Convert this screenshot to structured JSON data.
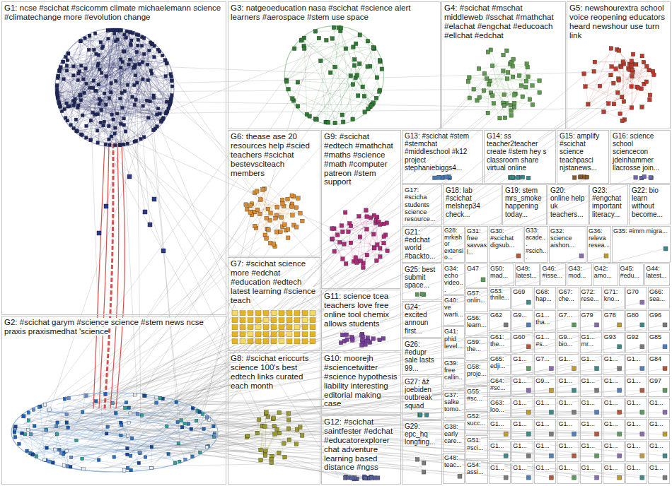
{
  "diagram": {
    "nodes": [
      {
        "text": [
          "G1: ncse #scichat #scicomm climate michaelemann science #climatechange more #evolution change"
        ]
      },
      {
        "text": [
          "G2: #scichat garym #science science #stem news ncse praxis praxismedhat 'science"
        ]
      },
      {
        "text": [
          "G3: natgeoeducation nasa #scichat #science alert learners #aerospace #stem use space"
        ]
      },
      {
        "text": [
          "G4: #scichat #mschat middleweb #sschat #mathchat #elachat #engchat #educoach #ellchat #edchat"
        ]
      },
      {
        "text": [
          "G5: newshourextra school voice reopening educators heard newshour use turn link"
        ]
      },
      {
        "text": [
          "G6: thease ase 20 resources help #scied teachers #scichat bestevsciteach members"
        ]
      },
      {
        "text": [
          "G7: #scichat science more #edchat #education #edtech latest learning #science teach"
        ]
      },
      {
        "text": [
          "G8: #scichat ericcurts science 100's best edtech links curated each month"
        ]
      },
      {
        "text": [
          "G9: #scichat #edtech #mathchat #maths #science #math #computer patreon #stem support"
        ]
      },
      {
        "text": [
          "G11: science tcea teachers love free online tool chemix allows students"
        ]
      },
      {
        "text": [
          "G10: moorejh #sciencetwitter #science hypothesis liability interesting editorial making case"
        ]
      },
      {
        "text": [
          "G12: #scichat saintfester #edchat #educatorexplorer chat adventure learning based distance #ngss"
        ]
      },
      {
        "text": [
          "G13: #scichat #stem #stemchat #middleschool #k12 project stephaniebiggs4..."
        ]
      },
      {
        "text": [
          "G14: ss teacher2teacher create #stem hey s classroom share virtual online"
        ]
      },
      {
        "text": [
          "G15: amplify #scichat science teachpasci njstanews..."
        ]
      },
      {
        "text": [
          "G16: science school sciencecon jdeinhammer llacrosse join..."
        ]
      },
      {
        "text": [
          "G17: #scicha students science resource..."
        ]
      },
      {
        "text": [
          "G18: lab #scichat melshep34 check..."
        ]
      },
      {
        "text": [
          "G19: stem mrs_smoke happening today..."
        ]
      },
      {
        "text": [
          "G20: online help uk teachers..."
        ]
      },
      {
        "text": [
          "G23: #engchat important literacy..."
        ]
      },
      {
        "text": [
          "G22: bio learn without become..."
        ]
      },
      {
        "text": [
          "G21: #edchat world #backto..."
        ]
      },
      {
        "text": [
          "G25: best submit space..."
        ]
      },
      {
        "text": [
          "G24: excited announ first..."
        ]
      },
      {
        "text": [
          "G26: #edupr sale lasts 99..."
        ]
      },
      {
        "text": [
          "G27: âž joebiden outbreak squad"
        ]
      },
      {
        "text": [
          "G29: epc_hq longfing..."
        ]
      },
      {
        "text": [
          "G28: mrkishor extensio..."
        ]
      },
      {
        "text": [
          "G31: free savvasl..."
        ]
      },
      {
        "text": [
          "G30: #scichat digsub..."
        ]
      },
      {
        "text": [
          "G33: acade... #scich..."
        ]
      },
      {
        "text": [
          "G32: science aishon..."
        ]
      },
      {
        "text": [
          "G36: releva resea..."
        ]
      },
      {
        "text": [
          "G35: #imm migra..."
        ]
      },
      {
        "text": [
          "G34: echo video..."
        ]
      },
      {
        "text": [
          "G40: ve warti..."
        ]
      },
      {
        "text": [
          "G41: phid level..."
        ]
      },
      {
        "text": [
          "G39: free callin..."
        ]
      },
      {
        "text": [
          "G37: salke tomo..."
        ]
      },
      {
        "text": [
          "G38: early care..."
        ]
      },
      {
        "text": [
          "G48: teac..."
        ]
      },
      {
        "text": [
          "G47"
        ]
      },
      {
        "text": [
          "G57: onlin..."
        ]
      },
      {
        "text": [
          "G56: learn..."
        ]
      },
      {
        "text": [
          "G59: the..."
        ]
      },
      {
        "text": [
          "G58: proje..."
        ]
      },
      {
        "text": [
          "G55: #sc..."
        ]
      },
      {
        "text": [
          "G52: succ..."
        ]
      },
      {
        "text": [
          "G51: #sci..."
        ]
      },
      {
        "text": [
          "G54: assi..."
        ]
      },
      {
        "text": [
          "G50: mad..."
        ]
      },
      {
        "text": [
          "G49: latest..."
        ]
      },
      {
        "text": [
          "G46: #isse..."
        ]
      },
      {
        "text": [
          "G43: mod..."
        ]
      },
      {
        "text": [
          "G42: amo..."
        ]
      },
      {
        "text": [
          "G45: #edu..."
        ]
      },
      {
        "text": [
          "G44: latest..."
        ]
      },
      {
        "text": [
          "G53: thrille..."
        ]
      },
      {
        "text": [
          "G69"
        ]
      },
      {
        "text": [
          "G68: hap..."
        ]
      },
      {
        "text": [
          "G67: che..."
        ]
      },
      {
        "text": [
          "G72: rese..."
        ]
      },
      {
        "text": [
          "G71: kno..."
        ]
      },
      {
        "text": [
          "G70"
        ]
      },
      {
        "text": [
          "G66: sea..."
        ]
      },
      {
        "text": [
          "G62"
        ]
      },
      {
        "text": [
          "G9..."
        ]
      },
      {
        "text": [
          "G1... tha..."
        ]
      },
      {
        "text": [
          "G7..."
        ]
      },
      {
        "text": [
          "G79"
        ]
      },
      {
        "text": [
          "G78"
        ]
      },
      {
        "text": [
          "G80"
        ]
      },
      {
        "text": [
          "G96"
        ]
      },
      {
        "text": [
          "G61: the..."
        ]
      },
      {
        "text": [
          "G60"
        ]
      },
      {
        "text": [
          "G1... #s..."
        ]
      },
      {
        "text": [
          "G9... bio..."
        ]
      },
      {
        "text": [
          "G1... mr..."
        ]
      },
      {
        "text": [
          "G93"
        ]
      },
      {
        "text": [
          "G92"
        ]
      },
      {
        "text": [
          "G85"
        ]
      },
      {
        "text": [
          "G65: edji..."
        ]
      },
      {
        "text": [
          "G1..."
        ]
      },
      {
        "text": [
          "G7..."
        ]
      },
      {
        "text": [
          "G1..."
        ]
      },
      {
        "text": [
          "G1..."
        ]
      },
      {
        "text": [
          "G1..."
        ]
      },
      {
        "text": [
          "G1..."
        ]
      },
      {
        "text": [
          "G84"
        ]
      },
      {
        "text": [
          "G64: #sc..."
        ]
      },
      {
        "text": [
          "G1..."
        ]
      },
      {
        "text": [
          "G9..."
        ]
      },
      {
        "text": [
          "G1..."
        ]
      },
      {
        "text": [
          "G1..."
        ]
      },
      {
        "text": [
          "G1..."
        ]
      },
      {
        "text": [
          "G1..."
        ]
      },
      {
        "text": [
          "G97"
        ]
      },
      {
        "text": [
          "G63: loo..."
        ]
      },
      {
        "text": [
          "G1..."
        ]
      },
      {
        "text": [
          "G1..."
        ]
      },
      {
        "text": [
          "G1..."
        ]
      },
      {
        "text": [
          "G1..."
        ]
      },
      {
        "text": [
          "G1..."
        ]
      },
      {
        "text": [
          "G1..."
        ]
      },
      {
        "text": [
          "G1..."
        ]
      },
      {
        "text": [
          "G1..."
        ]
      },
      {
        "text": [
          "G1..."
        ]
      },
      {
        "text": [
          "G1..."
        ]
      },
      {
        "text": [
          "G1..."
        ]
      },
      {
        "text": [
          "G1..."
        ]
      },
      {
        "text": [
          "G1..."
        ]
      },
      {
        "text": [
          "G1..."
        ]
      },
      {
        "text": [
          "G1..."
        ]
      },
      {
        "text": [
          "G1..."
        ]
      },
      {
        "text": [
          "G1..."
        ]
      },
      {
        "text": [
          "G1..."
        ]
      },
      {
        "text": [
          "G1..."
        ]
      },
      {
        "text": [
          "G1..."
        ]
      },
      {
        "text": [
          "G1..."
        ]
      },
      {
        "text": [
          "G1..."
        ]
      },
      {
        "text": [
          "G1..."
        ]
      },
      {
        "text": [
          "G1..."
        ]
      },
      {
        "text": [
          "G1..."
        ]
      },
      {
        "text": [
          "G1..."
        ]
      },
      {
        "text": [
          "G1..."
        ]
      },
      {
        "text": [
          "G1..."
        ]
      },
      {
        "text": [
          "G1..."
        ]
      },
      {
        "text": [
          "G1..."
        ]
      },
      {
        "text": [
          "G1..."
        ]
      }
    ]
  }
}
